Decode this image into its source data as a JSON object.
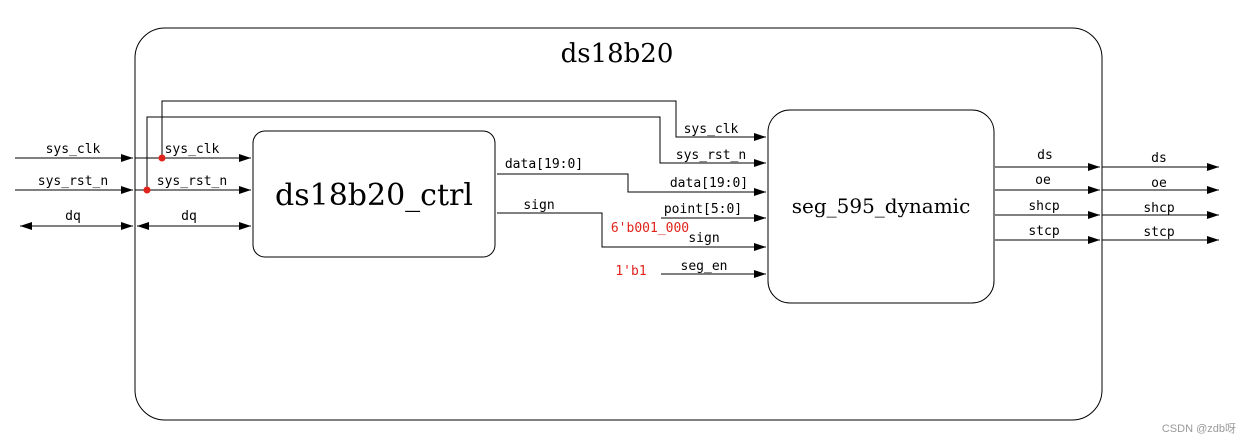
{
  "diagram": {
    "top_module": "ds18b20",
    "ctrl_module": "ds18b20_ctrl",
    "seg_module": "seg_595_dynamic",
    "ports_in": {
      "sys_clk": "sys_clk",
      "sys_rst_n": "sys_rst_n",
      "dq": "dq"
    },
    "ctrl_ports": {
      "sys_clk": "sys_clk",
      "sys_rst_n": "sys_rst_n",
      "dq": "dq"
    },
    "ctrl_outputs": {
      "data": "data[19:0]",
      "sign": "sign"
    },
    "seg_inputs": {
      "sys_clk": "sys_clk",
      "sys_rst_n": "sys_rst_n",
      "data": "data[19:0]",
      "point": "point[5:0]",
      "sign": "sign",
      "seg_en": "seg_en"
    },
    "constants": {
      "point_value": "6'b001_000",
      "seg_en_value": "1'b1"
    },
    "seg_outputs": [
      "ds",
      "oe",
      "shcp",
      "stcp"
    ],
    "top_outputs": [
      "ds",
      "oe",
      "shcp",
      "stcp"
    ],
    "accent_color": "#e0231b"
  },
  "watermark": "CSDN @zdb呀"
}
